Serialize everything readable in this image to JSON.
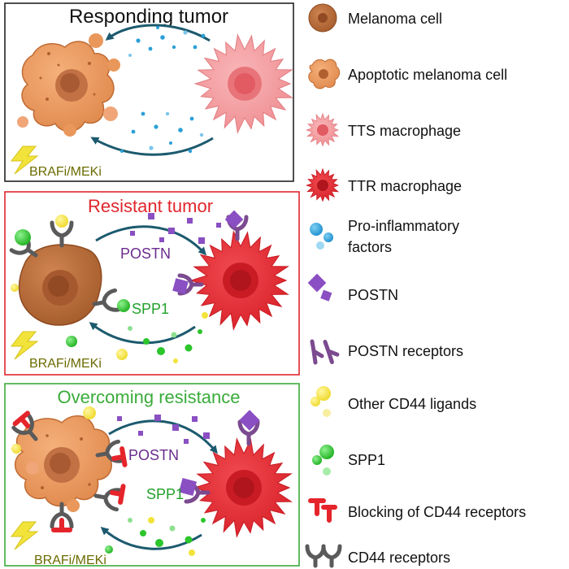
{
  "panels": [
    {
      "title": "Responding tumor",
      "drug": "BRAFi/MEKi"
    },
    {
      "title": "Resistant tumor",
      "drug": "BRAFi/MEKi",
      "label_postn": "POSTN",
      "label_spp1": "SPP1"
    },
    {
      "title": "Overcoming resistance",
      "drug": "BRAFi/MEKi",
      "label_postn": "POSTN",
      "label_spp1": "SPP1"
    }
  ],
  "legend": [
    {
      "label": "Melanoma cell",
      "icon": "melanoma-cell-icon"
    },
    {
      "label": "Apoptotic melanoma cell",
      "icon": "apoptotic-cell-icon"
    },
    {
      "label": "TTS macrophage",
      "icon": "tts-macrophage-icon"
    },
    {
      "label": "TTR macrophage",
      "icon": "ttr-macrophage-icon"
    },
    {
      "label": "Pro-inflammatory",
      "label2": "factors",
      "icon": "pro-inflammatory-factors-icon"
    },
    {
      "label": "POSTN",
      "icon": "postn-icon"
    },
    {
      "label": "POSTN receptors",
      "icon": "postn-receptor-icon"
    },
    {
      "label": "Other CD44 ligands",
      "icon": "cd44-ligand-icon"
    },
    {
      "label": "SPP1",
      "icon": "spp1-icon"
    },
    {
      "label": "Blocking of CD44 receptors",
      "icon": "cd44-blocker-icon"
    },
    {
      "label": "CD44 receptors",
      "icon": "cd44-receptor-icon"
    }
  ],
  "colors": {
    "panel1_border": "#222222",
    "panel2_border": "#e0262d",
    "panel3_border": "#3aab3a",
    "panel2_title": "#e0262d",
    "panel3_title": "#3aab3a",
    "postn_text": "#6a2c8e",
    "spp1_text": "#22a02a",
    "drug_text": "#6b6b00",
    "melanoma": "#b56a36",
    "apoptotic": "#e9975a",
    "tts": "#f2999c",
    "ttr": "#e5242b",
    "postn": "#8a4fc2",
    "receptor": "#5a5a5a",
    "blocker": "#e5242b",
    "spp1": "#2cc52c",
    "ligand": "#f2e33a",
    "arrow": "#1c5a6e",
    "factor": "#2aa0d8"
  }
}
